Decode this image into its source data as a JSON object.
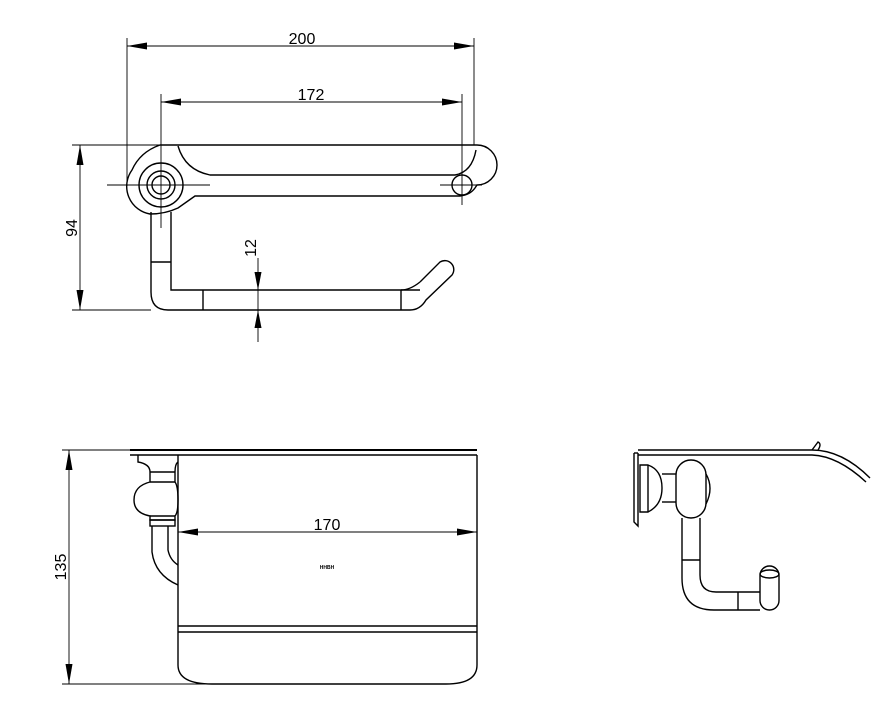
{
  "drawing": {
    "dimensions": {
      "overall_width": "200",
      "mount_spacing": "172",
      "overall_height": "94",
      "rod_diameter": "12",
      "front_width": "170",
      "front_height": "135"
    },
    "brand_mark": "HHBH"
  }
}
